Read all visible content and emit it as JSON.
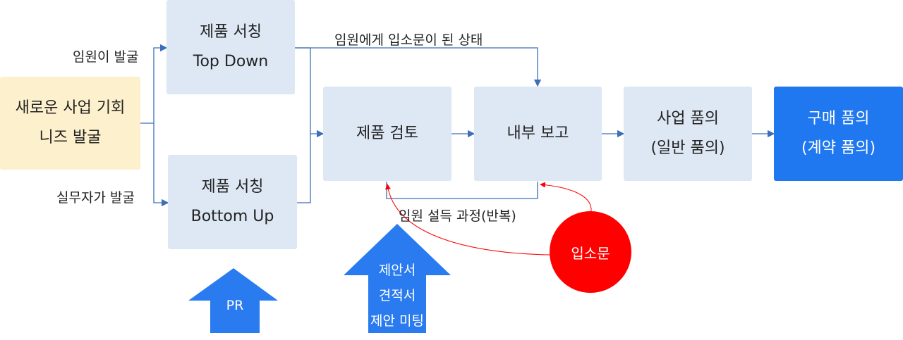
{
  "colors": {
    "box_blue_light": "#dde8f4",
    "box_yellow": "#fdf0cc",
    "box_blue_dark": "#1f78ef",
    "line_blue": "#3d6fb8",
    "arrow_blue": "#2a7bf0",
    "red": "#ff0000"
  },
  "nodes": {
    "new_opportunity": {
      "line1": "새로운 사업 기회",
      "line2": "니즈 발굴"
    },
    "search_top": {
      "line1": "제품 서칭",
      "line2": "Top Down"
    },
    "search_bottom": {
      "line1": "제품 서칭",
      "line2": "Bottom Up"
    },
    "product_review": {
      "label": "제품 검토"
    },
    "internal_report": {
      "label": "내부 보고"
    },
    "business_approval": {
      "line1": "사업 품의",
      "line2": "(일반 품의)"
    },
    "purchase_approval": {
      "line1": "구매 품의",
      "line2": "(계약 품의)"
    }
  },
  "edge_labels": {
    "exec_found": "임원이 발굴",
    "staff_found": "실무자가 발굴",
    "word_of_mouth": "임원에게 입소문이 된 상태",
    "persuasion": "임원 설득 과정(반복)"
  },
  "callouts": {
    "pr": "PR",
    "sales_docs": [
      "제안서",
      "견적서",
      "제안 미팅"
    ],
    "word_of_mouth_circle": "입소문"
  }
}
